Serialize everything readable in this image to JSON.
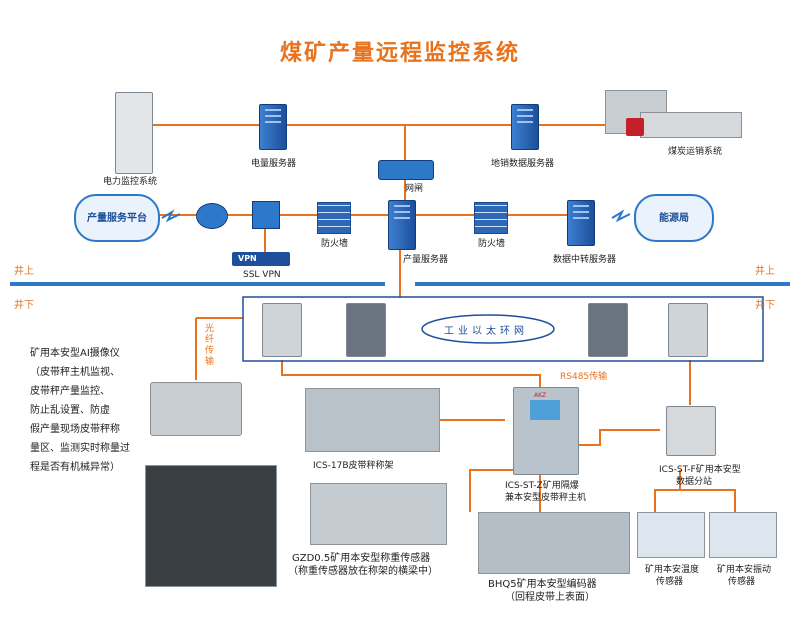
{
  "title": "煤矿产量远程监控系统",
  "nodes": {
    "power_monitor": "电力监控系统",
    "power_server": "电量服务器",
    "gateway": "网闸",
    "sales_data_server": "地销数据服务器",
    "coal_transport": "煤炭运销系统",
    "production_platform": "产量服务平台",
    "firewall_left": "防火墙",
    "production_server": "产量服务器",
    "firewall_right": "防火墙",
    "data_relay_server": "数据中转服务器",
    "energy_bureau": "能源局",
    "ssl_vpn": "SSL VPN",
    "vpn_tag": "VPN"
  },
  "levels": {
    "above_left": "井上",
    "above_right": "井上",
    "below_left": "井下",
    "below_right": "井下"
  },
  "underground": {
    "ethernet_ring": "工业以太环网",
    "fiber_label": "光纤传输",
    "rs485_label": "RS485传输",
    "camera_desc": [
      "矿用本安型AI摄像仪",
      "（皮带秤主机监视、",
      "皮带秤产量监控、",
      "防止乱设置、防虚",
      "假产量现场皮带秤称",
      "量区、监测实时称量过",
      "程是否有机械异常）"
    ],
    "belt_scale_frame": "ICS-17B皮带秤称架",
    "host_line1": "ICS-ST-Z矿用隔爆",
    "host_line2": "兼本安型皮带秤主机",
    "substation_line1": "ICS-ST-F矿用本安型",
    "substation_line2": "数据分站",
    "weigh_sensor_line1": "GZD0.5矿用本安型称重传感器",
    "weigh_sensor_line2": "（称重传感器放在称架的横梁中）",
    "encoder_line1": "BHQ5矿用本安型编码器",
    "encoder_line2": "（回程皮带上表面）",
    "temp_sensor_line1": "矿用本安温度",
    "temp_sensor_line2": "传感器",
    "vib_sensor_line1": "矿用本安振动",
    "vib_sensor_line2": "传感器",
    "lcd_tag": "AKZ"
  },
  "colors": {
    "orange": "#e8731c",
    "blue": "#1d4f9c",
    "line_blue": "#2d78c8"
  }
}
